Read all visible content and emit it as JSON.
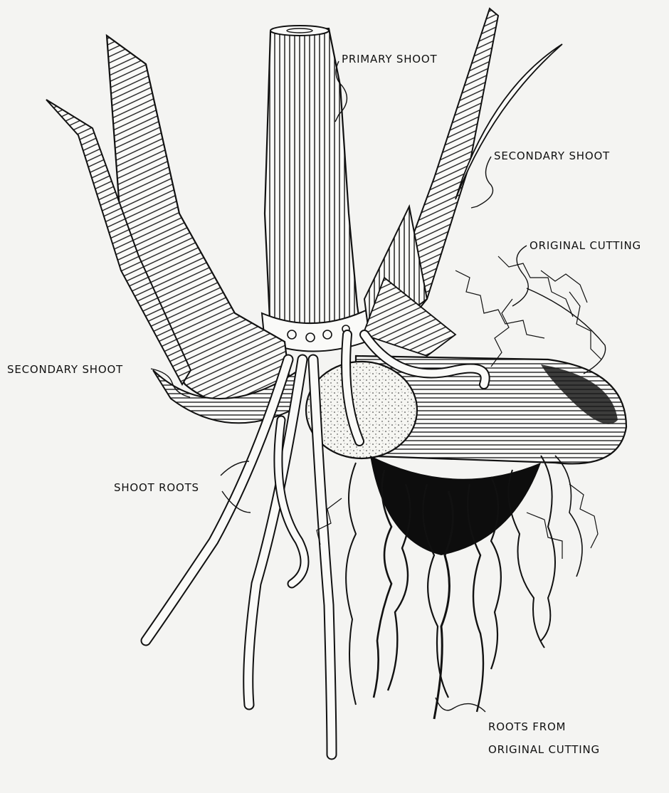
{
  "figure": {
    "labels": {
      "primary_shoot": "PRIMARY SHOOT",
      "secondary_shoot_right": "SECONDARY SHOOT",
      "original_cutting": "ORIGINAL CUTTING",
      "secondary_shoot_left": "SECONDARY SHOOT",
      "shoot_roots": "SHOOT ROOTS",
      "roots_from_cutting_line1": "ROOTS FROM",
      "roots_from_cutting_line2": "ORIGINAL CUTTING"
    },
    "colors": {
      "ink": "#111111",
      "paper": "#f4f4f2",
      "shoot_fill": "#fafaf8",
      "root_mass": "#0d0d0d"
    }
  }
}
